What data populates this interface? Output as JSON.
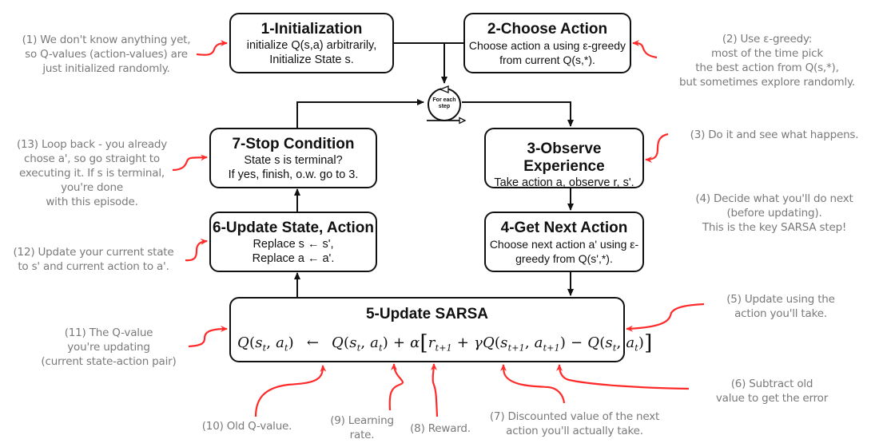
{
  "colors": {
    "box_border": "#111111",
    "connector": "#111111",
    "annotation_text": "#7a7a7a",
    "annotation_arrow": "#ff2a2a",
    "background": "#ffffff"
  },
  "loop": {
    "label_line1": "For each",
    "label_line2": "step"
  },
  "steps": {
    "s1": {
      "title": "1-Initialization",
      "lines": [
        "initialize Q(s,a) arbitrarily,",
        "Initialize State s."
      ]
    },
    "s2": {
      "title": "2-Choose Action",
      "lines": [
        "Choose action a using ε-greedy",
        "from current Q(s,*)."
      ]
    },
    "s3": {
      "title": "3-Observe Experience",
      "lines": [
        "Take action a, observe r, s'."
      ]
    },
    "s4": {
      "title": "4-Get Next Action",
      "lines": [
        "Choose next action a' using ε-",
        "greedy from Q(s',*)."
      ]
    },
    "s5": {
      "title": "5-Update SARSA"
    },
    "s6": {
      "title": "6-Update State, Action",
      "lines": [
        "Replace s ← s',",
        "Replace a ← a'."
      ]
    },
    "s7": {
      "title": "7-Stop Condition",
      "lines": [
        "State s is terminal?",
        "If yes, finish, o.w. go to 3."
      ]
    }
  },
  "formula": {
    "lhs": "Q(s_t, a_t)",
    "arrow": "←",
    "rhs": "Q(s_t, a_t) + α[ r_{t+1} + γQ(s_{t+1}, a_{t+1}) − Q(s_t, a_t) ]"
  },
  "annotations": {
    "n1": [
      "(1) We don't know anything yet,",
      "so Q-values (action-values) are",
      "just initialized randomly."
    ],
    "n2": [
      "(2) Use ε-greedy:",
      "most of the time pick",
      "the best action from Q(s,*),",
      "but sometimes explore randomly."
    ],
    "n3": [
      "(3) Do it and see what happens."
    ],
    "n4": [
      "(4) Decide what you'll do next",
      "(before updating).",
      "This is the key SARSA step!"
    ],
    "n5": [
      "(5) Update using the",
      "action you'll take."
    ],
    "n6": [
      "(6) Subtract old",
      "value to get the error"
    ],
    "n7": [
      "(7) Discounted value of the next",
      "action you'll actually take."
    ],
    "n8": [
      "(8) Reward."
    ],
    "n9": [
      "(9) Learning",
      "rate."
    ],
    "n10": [
      "(10) Old Q-value."
    ],
    "n11": [
      "(11) The Q-value",
      "you're updating",
      "(current state-action pair)"
    ],
    "n12": [
      "(12) Update your current state",
      "to s' and current action to a'."
    ],
    "n13": [
      "(13) Loop back - you already",
      "chose a', so go straight to",
      "executing it. If s is terminal,",
      "you're done",
      "with this episode."
    ]
  }
}
